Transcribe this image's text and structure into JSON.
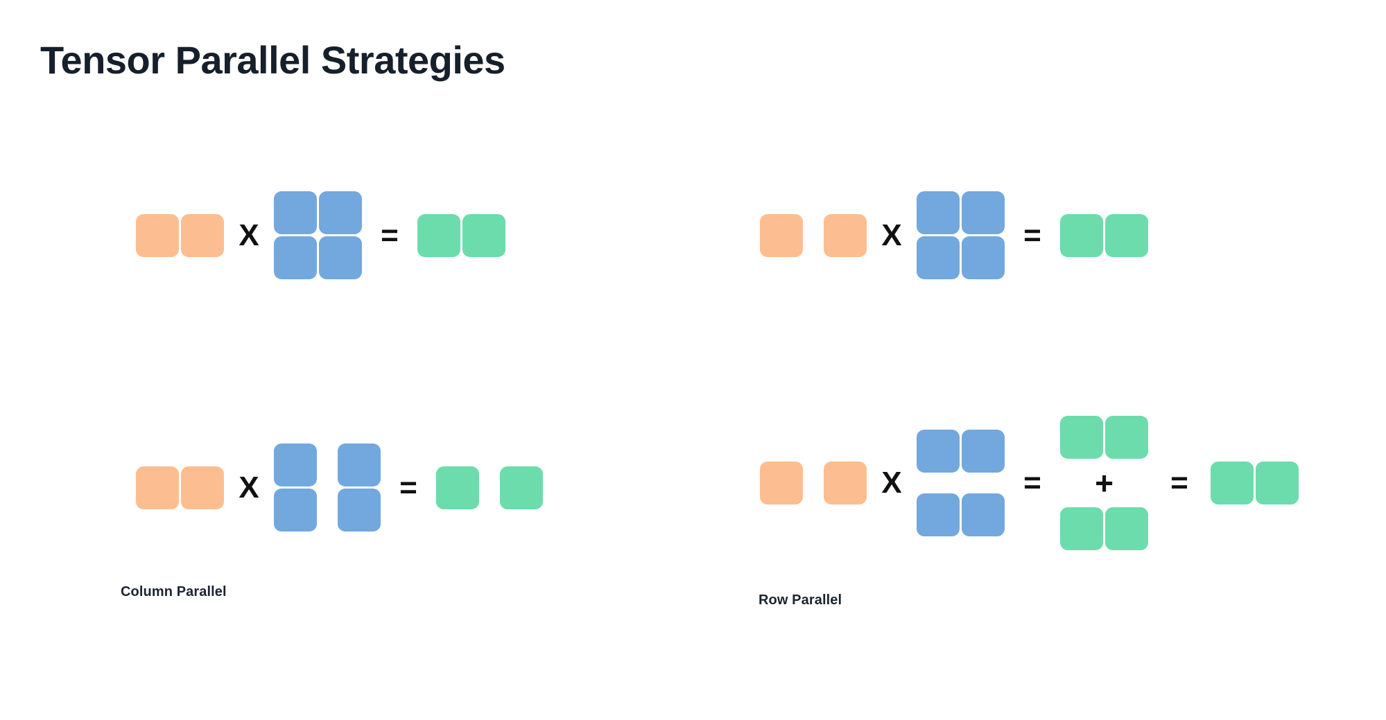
{
  "page": {
    "title": "Tensor Parallel Strategies",
    "background_color": "#ffffff"
  },
  "palette": {
    "input_orange": "#fcbe90",
    "weight_blue": "#72a8dd",
    "output_green": "#6cdcad",
    "text_dark": "#1b2430",
    "operator_black": "#111111"
  },
  "operators": {
    "multiply": "X",
    "equals": "=",
    "plus": "+"
  },
  "diagrams": {
    "column_parallel": {
      "caption": "Column Parallel",
      "unsharded": {
        "name": "unsharded-matmul",
        "input": {
          "rows": 1,
          "cols": 2,
          "color": "#fcbe90",
          "split": "none"
        },
        "weight": {
          "rows": 2,
          "cols": 2,
          "color": "#72a8dd",
          "split": "none"
        },
        "output": {
          "rows": 1,
          "cols": 2,
          "color": "#6cdcad",
          "split": "none"
        }
      },
      "sharded": {
        "name": "column-sharded-matmul",
        "input": {
          "rows": 1,
          "cols": 2,
          "color": "#fcbe90",
          "split": "none"
        },
        "weight": {
          "rows": 2,
          "cols": 2,
          "color": "#72a8dd",
          "split": "columns",
          "shards": 2
        },
        "output": {
          "rows": 1,
          "cols": 2,
          "color": "#6cdcad",
          "split": "columns",
          "shards": 2
        }
      }
    },
    "row_parallel": {
      "caption": "Row Parallel",
      "unsharded": {
        "name": "unsharded-matmul",
        "input": {
          "rows": 1,
          "cols": 2,
          "color": "#fcbe90",
          "split": "none"
        },
        "weight": {
          "rows": 2,
          "cols": 2,
          "color": "#72a8dd",
          "split": "none"
        },
        "output": {
          "rows": 1,
          "cols": 2,
          "color": "#6cdcad",
          "split": "none"
        }
      },
      "sharded": {
        "name": "row-sharded-matmul",
        "input": {
          "rows": 1,
          "cols": 2,
          "color": "#fcbe90",
          "split": "columns",
          "shards": 2
        },
        "weight": {
          "rows": 2,
          "cols": 2,
          "color": "#72a8dd",
          "split": "rows",
          "shards": 2
        },
        "partial_sums": [
          {
            "rows": 1,
            "cols": 2,
            "color": "#6cdcad"
          },
          {
            "rows": 1,
            "cols": 2,
            "color": "#6cdcad"
          }
        ],
        "reduced_output": {
          "rows": 1,
          "cols": 2,
          "color": "#6cdcad",
          "split": "none"
        }
      }
    }
  }
}
